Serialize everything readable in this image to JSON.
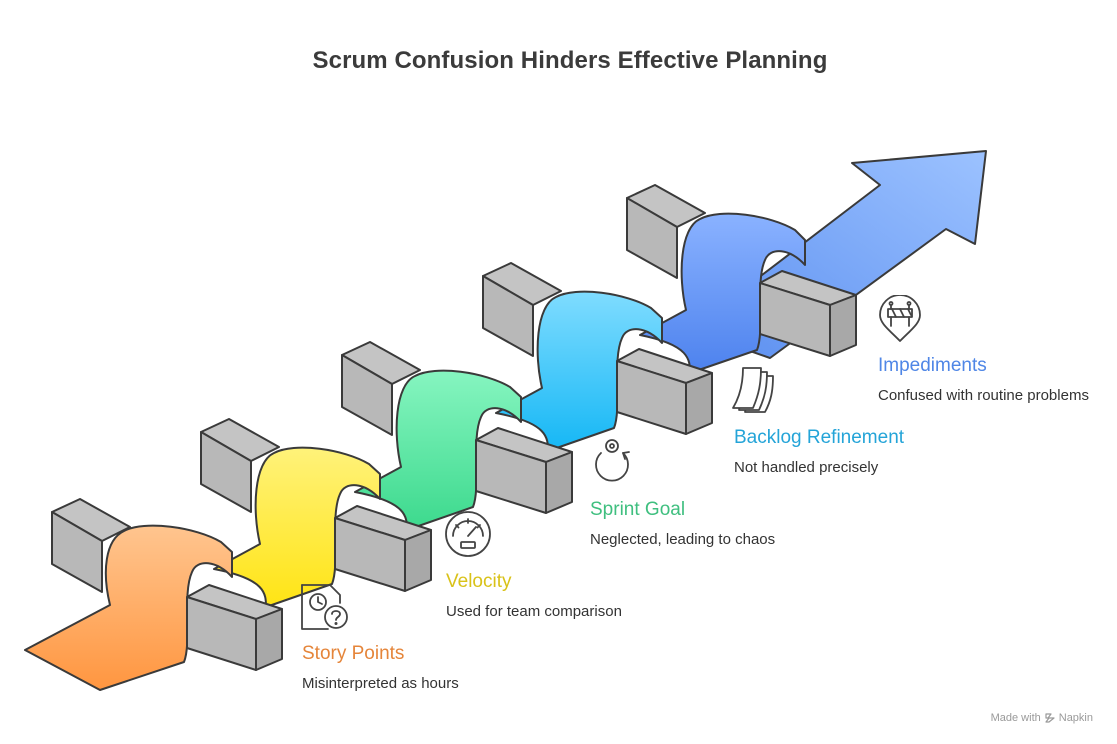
{
  "title": "Scrum Confusion Hinders Effective Planning",
  "steps": [
    {
      "heading": "Story Points",
      "description": "Misinterpreted as hours",
      "color": "#E5853A",
      "icon": "clock-question-icon"
    },
    {
      "heading": "Velocity",
      "description": "Used for team comparison",
      "color": "#D9C219",
      "icon": "speedometer-icon"
    },
    {
      "heading": "Sprint Goal",
      "description": "Neglected, leading to chaos",
      "color": "#3FBF7F",
      "icon": "target-cycle-icon"
    },
    {
      "heading": "Backlog Refinement",
      "description": "Not handled precisely",
      "color": "#24A4D8",
      "icon": "documents-icon"
    },
    {
      "heading": "Impediments",
      "description": "Confused with routine problems",
      "color": "#4F86E6",
      "icon": "roadblock-pin-icon"
    }
  ],
  "watermark": {
    "made_with": "Made with",
    "brand": "Napkin"
  }
}
